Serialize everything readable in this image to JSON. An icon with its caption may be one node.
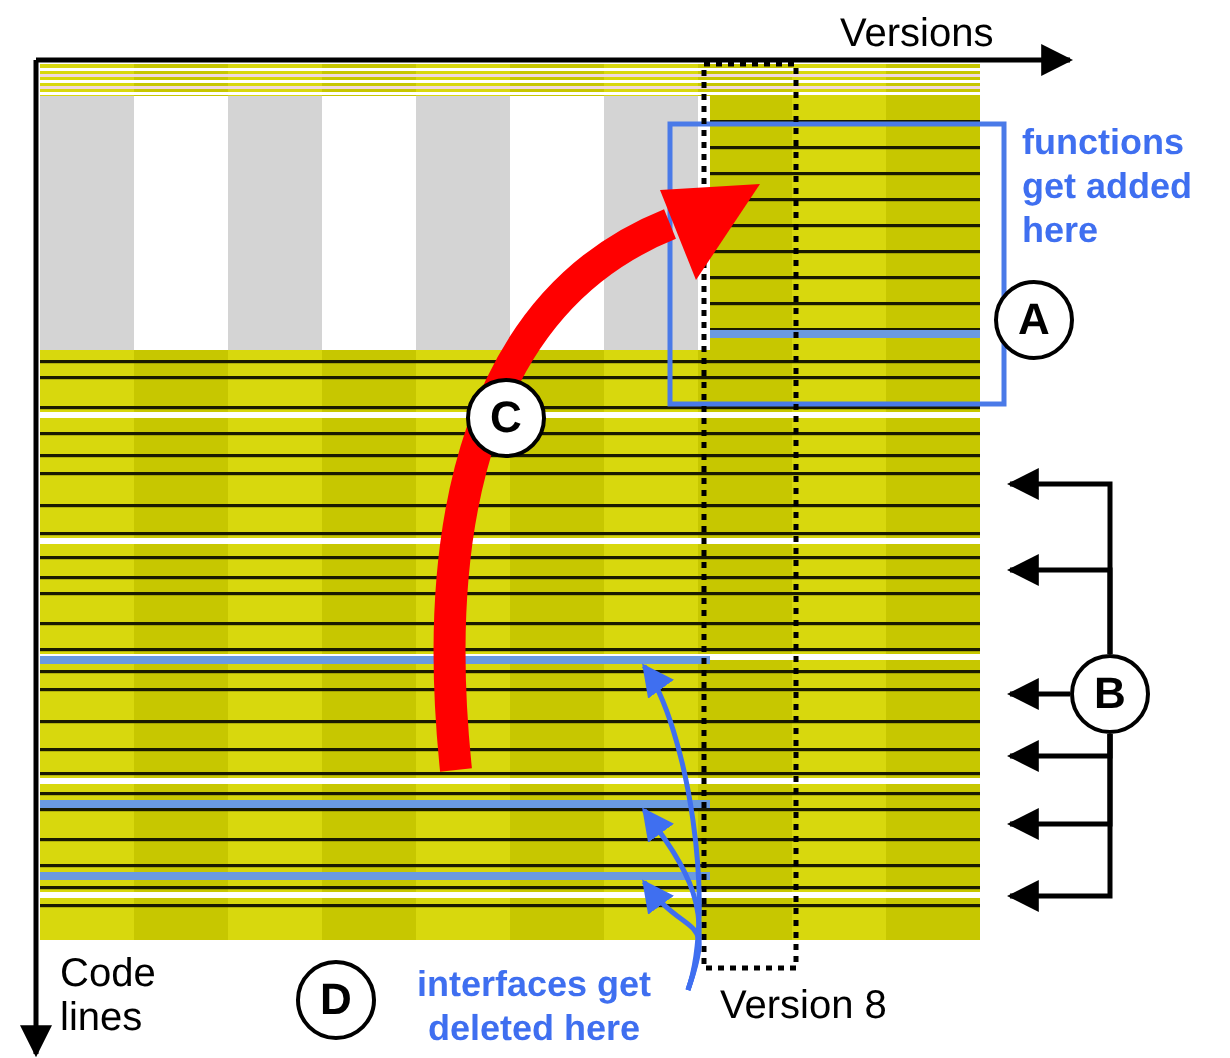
{
  "diagram": {
    "nodes": [
      {
        "text": [
          "A"
        ]
      },
      {
        "text": [
          "B"
        ]
      },
      {
        "text": [
          "C"
        ]
      },
      {
        "text": [
          "D"
        ]
      },
      {
        "text": [
          "interfaces get deleted here"
        ]
      },
      {
        "text": [],
        "shape": "bar"
      },
      {
        "text": [],
        "shape": "bar"
      },
      {
        "text": [],
        "shape": "bar"
      }
    ],
    "edges": [
      {
        "from": 1,
        "to": null,
        "arrow": "to"
      },
      {
        "from": 1,
        "to": null,
        "arrow": "to"
      },
      {
        "from": 1,
        "to": null,
        "arrow": "to"
      },
      {
        "from": 1,
        "to": null,
        "arrow": "to"
      },
      {
        "from": 1,
        "to": null,
        "arrow": "to"
      },
      {
        "from": 1,
        "to": null,
        "arrow": "to"
      },
      {
        "from": 4,
        "to": 5,
        "arrow": "to",
        "color": "#3f6ff0"
      },
      {
        "from": 4,
        "to": 6,
        "arrow": "to",
        "color": "#3f6ff0"
      },
      {
        "from": 4,
        "to": 7,
        "arrow": "to",
        "color": "#3f6ff0"
      }
    ],
    "labels": [
      "Versions",
      "functions get added here",
      "Code lines",
      "Version 8"
    ]
  }
}
